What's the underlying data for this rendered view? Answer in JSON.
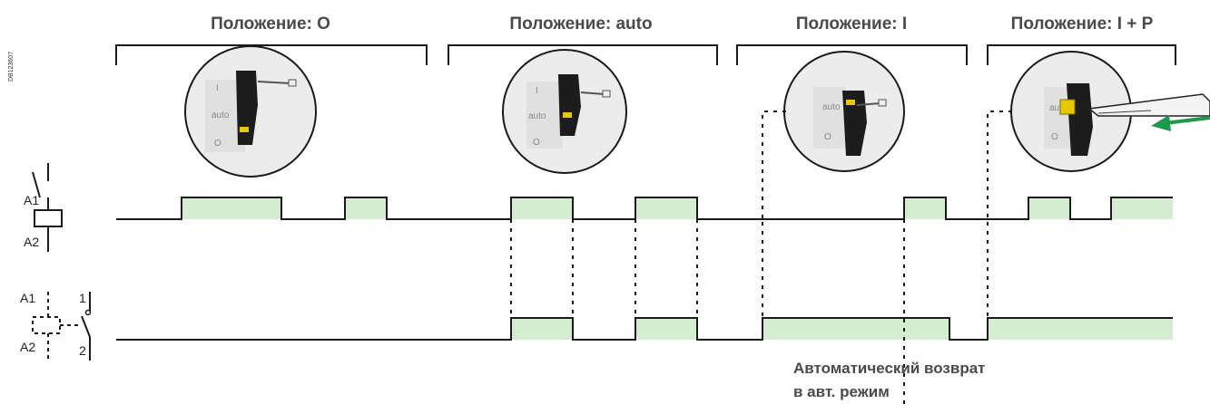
{
  "doc_id": "DB123607",
  "positions": [
    {
      "label": "Положение: O"
    },
    {
      "label": "Положение: auto"
    },
    {
      "label": "Положение: I"
    },
    {
      "label": "Положение: I + P"
    }
  ],
  "switch_labels": {
    "one": "I",
    "auto": "auto",
    "zero": "O"
  },
  "coil_symbol": {
    "top": "A1",
    "bottom": "A2"
  },
  "contact_symbol": {
    "a1": "A1",
    "a2": "A2",
    "c1": "1",
    "c2": "2"
  },
  "note": {
    "line1": "Автоматический возврат",
    "line2": "в авт. режим"
  },
  "colors": {
    "pulse_fill": "#d4ecd0",
    "line": "#1a1a1a",
    "arrow": "#1a9a4a",
    "knob": "#e8c800"
  }
}
